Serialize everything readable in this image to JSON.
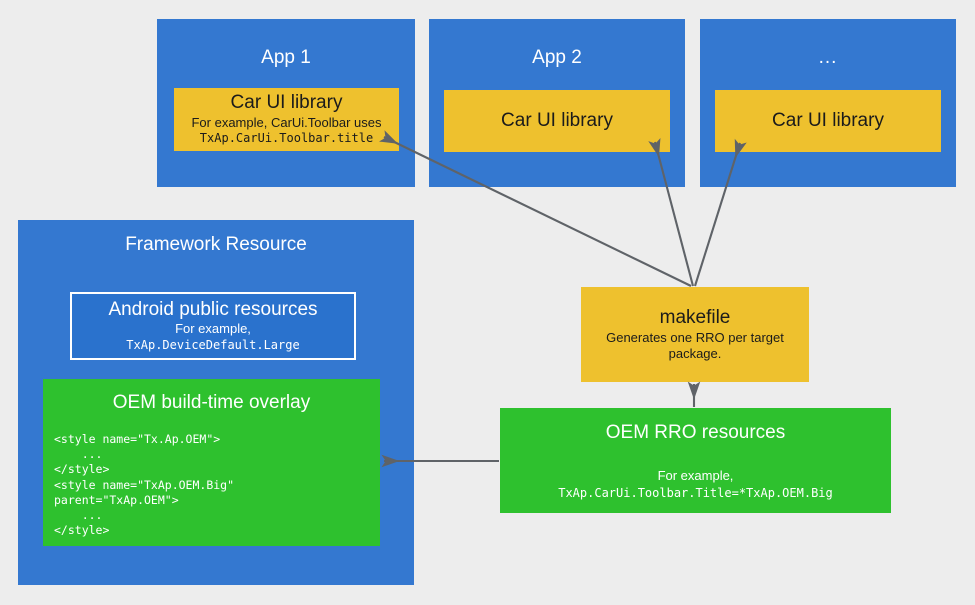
{
  "diagram": {
    "background_color": "#ededed",
    "palette": {
      "blue": "#3478d0",
      "blue_inner": "#2a72cd",
      "yellow": "#eec12e",
      "green": "#2ec12e",
      "arrow": "#5f6368",
      "text_dark": "#1b1b1b",
      "text_light": "#ffffff"
    },
    "apps": [
      {
        "title": "App 1",
        "library_title": "Car UI library",
        "library_sub": "For example, CarUi.Toolbar uses",
        "library_code": "TxAp.CarUi.Toolbar.title"
      },
      {
        "title": "App 2",
        "library_title": "Car UI library",
        "library_sub": "",
        "library_code": ""
      },
      {
        "title": "...",
        "library_title": "Car UI library",
        "library_sub": "",
        "library_code": ""
      }
    ],
    "framework": {
      "title": "Framework Resource",
      "public_resources": {
        "title": "Android public resources",
        "sub": "For example,",
        "code": "TxAp.DeviceDefault.Large"
      },
      "overlay": {
        "title": "OEM build-time overlay",
        "code": "<style name=\"Tx.Ap.OEM\">\n    ...\n</style>\n<style name=\"TxAp.OEM.Big\"\nparent=\"TxAp.OEM\">\n    ...\n</style>"
      }
    },
    "makefile": {
      "title": "makefile",
      "sub": "Generates one RRO per target package."
    },
    "rro": {
      "title": "OEM RRO resources",
      "sub": "For example,",
      "code": "TxAp.CarUi.Toolbar.Title=*TxAp.OEM.Big"
    }
  }
}
